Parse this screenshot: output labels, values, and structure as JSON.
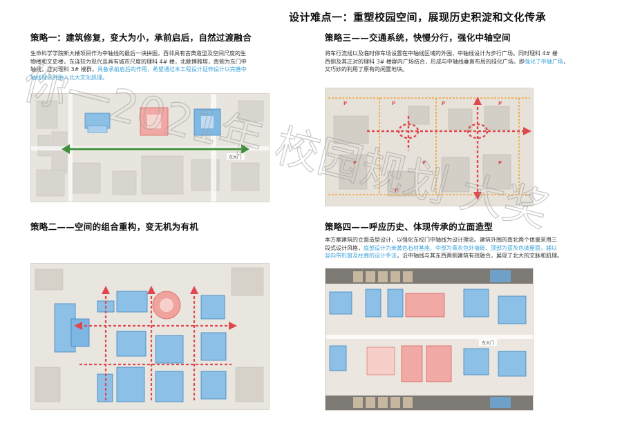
{
  "main_title": "设计难点一：重塑校园空间，展现历史积淀和文化传承",
  "s1": {
    "title": "策略一：建筑修复，变大为小，承前启后，自然过渡融合",
    "lines": [
      "生命科学学院新大楼项目作为中轴线的最后一块拼图，西邻具有古典造型及空间尺度的生",
      "物楼和文史楼，东连较为现代且具有城市尺度的理科 4# 楼，北眺博雅塔，南侧为东门中",
      "轴线，正对理科 3# 楼群，"
    ],
    "hl1": "具备承前启后的作用，希望通过本工程设计延伸设计以完善中",
    "hl2": "轴线理念并融入北大文化肌理。",
    "map_label": "东大门"
  },
  "s2": {
    "title": "策略二——空间的组合重构，变无机为有机"
  },
  "s3": {
    "title": "策略三——交通系统，快慢分行，强化中轴空间",
    "lines": [
      "将车行流线以及临时停车场设置在中轴线区域的外围，中轴线设计为步行广场。同时理科 4# 楼",
      "西侧及其正对的理科 3# 楼群内广场结合，形成与中轴线垂直布局的绿化广场。即"
    ],
    "hl1": "强化了中轴广场",
    "tail1": "，",
    "line3": "又巧妙的利用了原有的闲置地块。",
    "parking": "P"
  },
  "s4": {
    "title": "策略四——呼应历史、体现传承的立面造型",
    "line1": "本方案建筑的立面造型设计，以强化东校门中轴线为设计理念。建筑外围的南北两个体量采用三",
    "line2a": "段式设计风格，",
    "hl1": "底部设计为米黄色石材基座、中部为青灰色外墙砖、顶部为蓝灰色坡屋面，辅以",
    "hl2": "竖向带形窗及柱廊的设计手法",
    "line3tail": "，沿中轴线与其东西两侧建筑有效融合，展现了北大的文脉和肌理。",
    "map_label": "东大门"
  },
  "watermark": "你一2021年 校园规划 大奖"
}
